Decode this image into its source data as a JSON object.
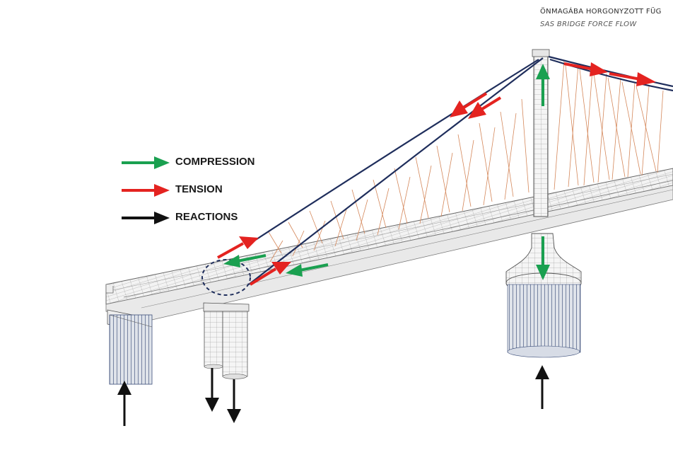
{
  "header": {
    "title": "ÖNMAGÁBA HORGONYZOTT FÜG",
    "subtitle": "SAS BRIDGE FORCE FLOW"
  },
  "legend": [
    {
      "label": "COMPRESSION",
      "color": "#1aa050"
    },
    {
      "label": "TENSION",
      "color": "#e42320"
    },
    {
      "label": "REACTIONS",
      "color": "#111111"
    }
  ],
  "colors": {
    "cable": "#1f2e5c",
    "hanger": "#d4875a",
    "mesh": "#6b6b6b",
    "mesh_fill": "#f4f4f4",
    "pile": "#3d4f7a"
  }
}
